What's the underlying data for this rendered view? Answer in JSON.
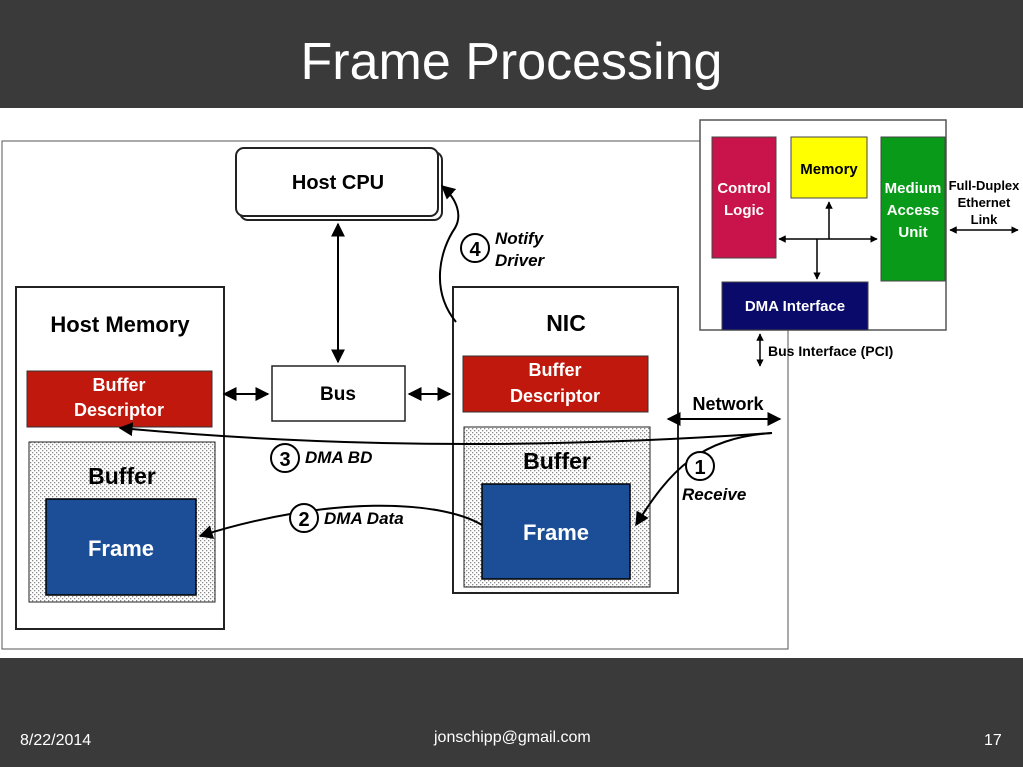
{
  "slide": {
    "title": "Frame Processing",
    "date": "8/22/2014",
    "email": "jonschipp@gmail.com",
    "page_number": "17"
  },
  "diagram": {
    "host_cpu": "Host CPU",
    "host_memory": "Host Memory",
    "host_buffer_descriptor": [
      "Buffer",
      "Descriptor"
    ],
    "host_buffer": "Buffer",
    "host_frame": "Frame",
    "bus": "Bus",
    "nic": "NIC",
    "nic_buffer_descriptor": [
      "Buffer",
      "Descriptor"
    ],
    "nic_buffer": "Buffer",
    "nic_frame": "Frame",
    "network": "Network",
    "step1_num": "1",
    "step1_label": "Receive",
    "step2_num": "2",
    "step2_label": "DMA Data",
    "step3_num": "3",
    "step3_label": "DMA BD",
    "step4_num": "4",
    "step4_label": [
      "Notify",
      "Driver"
    ]
  },
  "nic_inset": {
    "control_logic": [
      "Control",
      "Logic"
    ],
    "memory": "Memory",
    "mac": [
      "Medium",
      "Access",
      "Unit"
    ],
    "ethernet_link": [
      "Full-Duplex",
      "Ethernet",
      "Link"
    ],
    "dma_interface": "DMA Interface",
    "bus_interface": "Bus Interface (PCI)"
  },
  "colors": {
    "descriptor_red": "#c0180c",
    "frame_blue": "#1b4e96",
    "control_logic": "#c8144a",
    "memory_yellow": "#ffff00",
    "mac_green": "#0a9a1a",
    "dma_navy": "#0a0a6a"
  }
}
